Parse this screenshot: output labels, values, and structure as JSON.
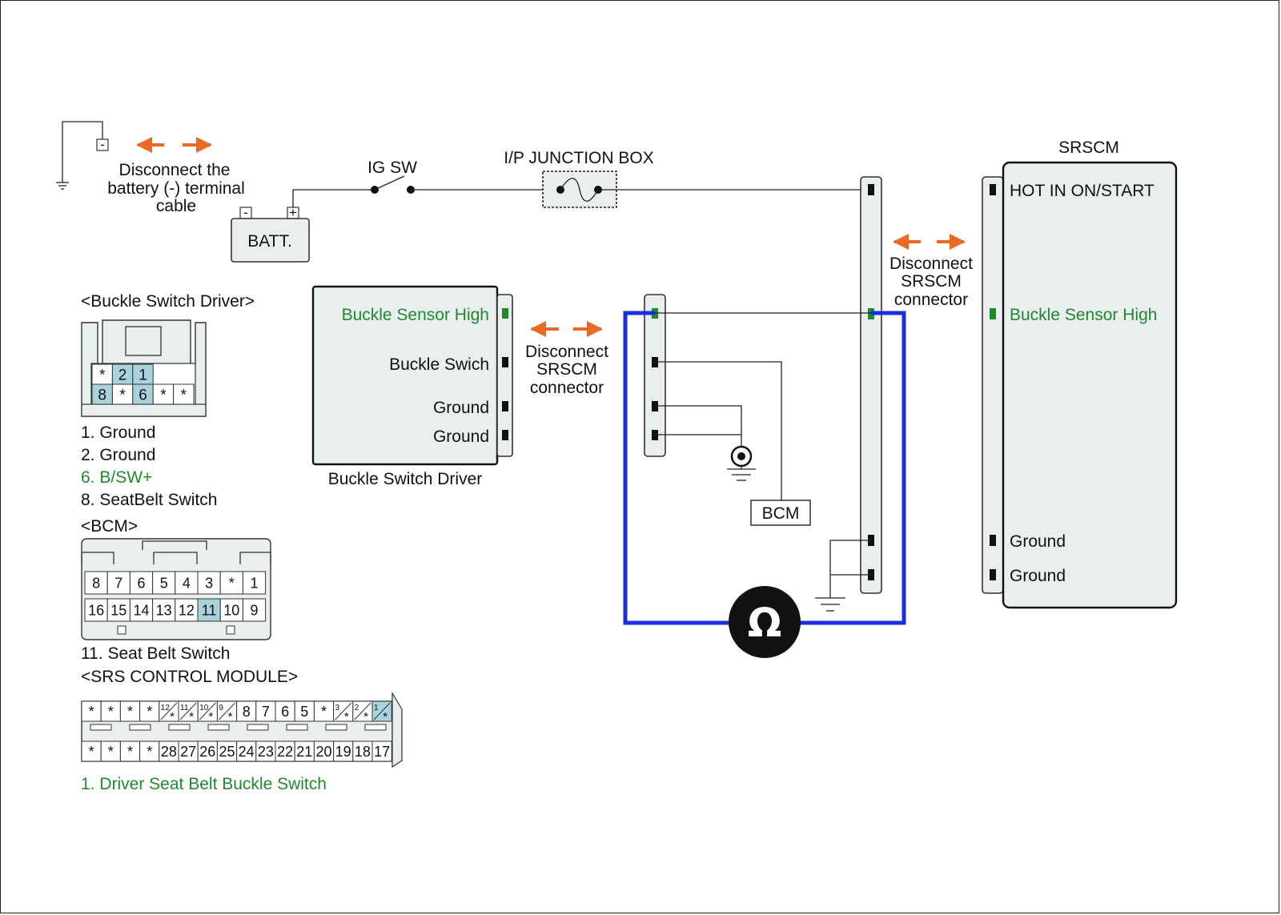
{
  "colors": {
    "accent_arrow": "#ea6a24",
    "probe_wire": "#1a2ee0",
    "pin_green": "#1f8a2c",
    "pin_highlight": "#a9d3dc",
    "panel_fill": "#e9eeee"
  },
  "battery_note": {
    "line1": "Disconnect the",
    "line2": "battery (-) terminal",
    "line3": "cable",
    "minus": "-"
  },
  "battery": {
    "label": "BATT.",
    "minus": "-",
    "plus": "+"
  },
  "ig_switch": {
    "label": "IG SW"
  },
  "junction_box": {
    "label": "I/P JUNCTION BOX"
  },
  "srscm": {
    "title": "SRSCM",
    "pins": {
      "hot": "HOT IN ON/START",
      "buckle_high": "Buckle Sensor High",
      "ground1": "Ground",
      "ground2": "Ground"
    }
  },
  "disconnect_srscm_right": {
    "line1": "Disconnect",
    "line2": "SRSCM",
    "line3": "connector"
  },
  "disconnect_srscm_mid": {
    "line1": "Disconnect",
    "line2": "SRSCM",
    "line3": "connector"
  },
  "buckle_driver": {
    "caption": "Buckle Switch Driver",
    "pins": {
      "high": "Buckle Sensor High",
      "swich": "Buckle Swich",
      "ground1": "Ground",
      "ground2": "Ground"
    }
  },
  "bcm_box": {
    "label": "BCM"
  },
  "ohmmeter": {
    "symbol": "Ω"
  },
  "legend_buckle": {
    "title": "<Buckle Switch Driver>",
    "top_row": [
      "*",
      "2",
      "1"
    ],
    "bottom_row": [
      "8",
      "*",
      "6",
      "*",
      "*"
    ],
    "items": [
      "1. Ground",
      "2. Ground",
      "6. B/SW+",
      "8. SeatBelt Switch"
    ]
  },
  "legend_bcm": {
    "title": "<BCM>",
    "top_row": [
      "8",
      "7",
      "6",
      "5",
      "4",
      "3",
      "*",
      "1"
    ],
    "bottom_row": [
      "16",
      "15",
      "14",
      "13",
      "12",
      "11",
      "10",
      "9"
    ],
    "items": [
      "11. Seat Belt Switch"
    ]
  },
  "legend_srs": {
    "title": "<SRS CONTROL MODULE>",
    "top_row": [
      "*",
      "*",
      "*",
      "*",
      "12",
      "11",
      "10",
      "9",
      "8",
      "7",
      "6",
      "5",
      "*",
      "3",
      "2",
      "1"
    ],
    "bottom_row": [
      "*",
      "*",
      "*",
      "*",
      "28",
      "27",
      "26",
      "25",
      "24",
      "23",
      "22",
      "21",
      "20",
      "19",
      "18",
      "17"
    ],
    "items": [
      "1. Driver Seat Belt Buckle Switch"
    ]
  }
}
